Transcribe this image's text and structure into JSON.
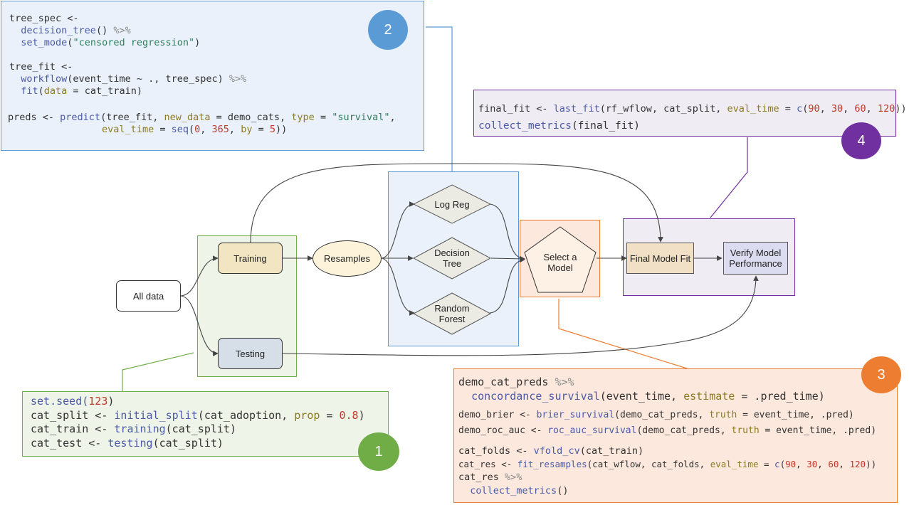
{
  "colors": {
    "blue_region": "#5b9bd5",
    "green_region": "#70ad47",
    "orange_region": "#ed7d31",
    "purple_region": "#7030a0"
  },
  "nodes": {
    "all_data": "All data",
    "training": "Training",
    "testing": "Testing",
    "resamples": "Resamples",
    "log_reg": "Log Reg",
    "decision_tree": [
      "Decision",
      "Tree"
    ],
    "random_forest": [
      "Random",
      "Forest"
    ],
    "select_model": [
      "Select a",
      "Model"
    ],
    "final_model_fit": "Final Model Fit",
    "verify_model": [
      "Verify Model",
      "Performance"
    ]
  },
  "badges": {
    "b1": "1",
    "b2": "2",
    "b3": "3",
    "b4": "4"
  },
  "code": {
    "c1": [
      [
        "set.seed(",
        "123",
        ")"
      ],
      [
        "cat_split <- ",
        "initial_split",
        "(cat_adoption, ",
        "prop",
        " = ",
        "0.8",
        ")"
      ],
      [
        "cat_train <- ",
        "training",
        "(cat_split)"
      ],
      [
        "cat_test <- ",
        "testing",
        "(cat_split)"
      ]
    ],
    "c2": {
      "l1": "tree_spec <-",
      "l2a": "  ",
      "l2b": "decision_tree",
      "l2c": "() ",
      "l2d": "%>%",
      "l3a": "  ",
      "l3b": "set_mode",
      "l3c": "(",
      "l3d": "\"censored regression\"",
      "l3e": ")",
      "l4": "tree_fit <-",
      "l5a": "  ",
      "l5b": "workflow",
      "l5c": "(event_time ~ ., tree_spec) ",
      "l5d": "%>%",
      "l6a": "  ",
      "l6b": "fit",
      "l6c": "(",
      "l6d": "data",
      "l6e": " = cat_train)",
      "l7a": "preds <- ",
      "l7b": "predict",
      "l7c": "(tree_fit, ",
      "l7d": "new_data",
      "l7e": " = demo_cats, ",
      "l7f": "type",
      "l7g": " = ",
      "l7h": "\"survival\"",
      "l7i": ",",
      "l8a": "                ",
      "l8b": "eval_time",
      "l8c": " = ",
      "l8d": "seq",
      "l8e": "(",
      "l8f": "0",
      "l8g": ", ",
      "l8h": "365",
      "l8i": ", ",
      "l8j": "by",
      "l8k": " = ",
      "l8l": "5",
      "l8m": "))"
    },
    "c3": {
      "l1a": "demo_cat_preds ",
      "l1b": "%>%",
      "l2a": "  ",
      "l2b": "concordance_survival",
      "l2c": "(event_time, ",
      "l2d": "estimate",
      "l2e": " = .pred_time)",
      "l3a": "demo_brier <- ",
      "l3b": "brier_survival",
      "l3c": "(demo_cat_preds, ",
      "l3d": "truth",
      "l3e": " = event_time, .pred)",
      "l4a": "demo_roc_auc <- ",
      "l4b": "roc_auc_survival",
      "l4c": "(demo_cat_preds, ",
      "l4d": "truth",
      "l4e": " = event_time, .pred)",
      "l5a": "cat_folds <- ",
      "l5b": "vfold_cv",
      "l5c": "(cat_train)",
      "l6a": "cat_res <- ",
      "l6b": "fit_resamples",
      "l6c": "(cat_wflow, cat_folds, ",
      "l6d": "eval_time",
      "l6e": " = ",
      "l6f": "c",
      "l6g": "(",
      "l6h": "90",
      "l6i": ", ",
      "l6j": "30",
      "l6k": ", ",
      "l6l": "60",
      "l6m": ", ",
      "l6n": "120",
      "l6o": "))",
      "l7a": "cat_res ",
      "l7b": "%>%",
      "l8a": "  ",
      "l8b": "collect_metrics",
      "l8c": "()"
    },
    "c4": {
      "l1a": "final_fit <- ",
      "l1b": "last_fit",
      "l1c": "(rf_wflow, cat_split, ",
      "l1d": "eval_time",
      "l1e": " = ",
      "l1f": "c",
      "l1g": "(",
      "l1h": "90",
      "l1i": ", ",
      "l1j": "30",
      "l1k": ", ",
      "l1l": "60",
      "l1m": ", ",
      "l1n": "120",
      "l1o": "))",
      "l2a": "collect_metrics",
      "l2b": "(final_fit)"
    }
  }
}
